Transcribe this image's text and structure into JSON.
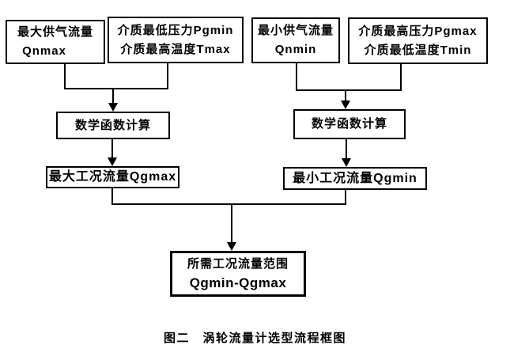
{
  "caption": "图二　涡轮流量计选型流程框图",
  "nodes": {
    "qnmax": {
      "line1": "最大供气流量",
      "line2": "Qnmax"
    },
    "pgmin_tmax": {
      "line1": "介质最低压力Pgmin",
      "line2": "介质最高温度Tmax"
    },
    "qnmin": {
      "line1": "最小供气流量",
      "line2": "Qnmin"
    },
    "pgmax_tmin": {
      "line1": "介质最高压力Pgmax",
      "line2": "介质最低温度Tmin"
    },
    "calc_left": {
      "label": "数学函数计算"
    },
    "calc_right": {
      "label": "数学函数计算"
    },
    "qgmax": {
      "label": "最大工况流量Qgmax"
    },
    "qgmin": {
      "label": "最小工况流量Qgmin"
    },
    "result": {
      "line1": "所需工况流量范围",
      "line2": "Qgmin-Qgmax"
    }
  },
  "colors": {
    "background": "#ffffff",
    "line": "#000000",
    "text": "#000000"
  }
}
